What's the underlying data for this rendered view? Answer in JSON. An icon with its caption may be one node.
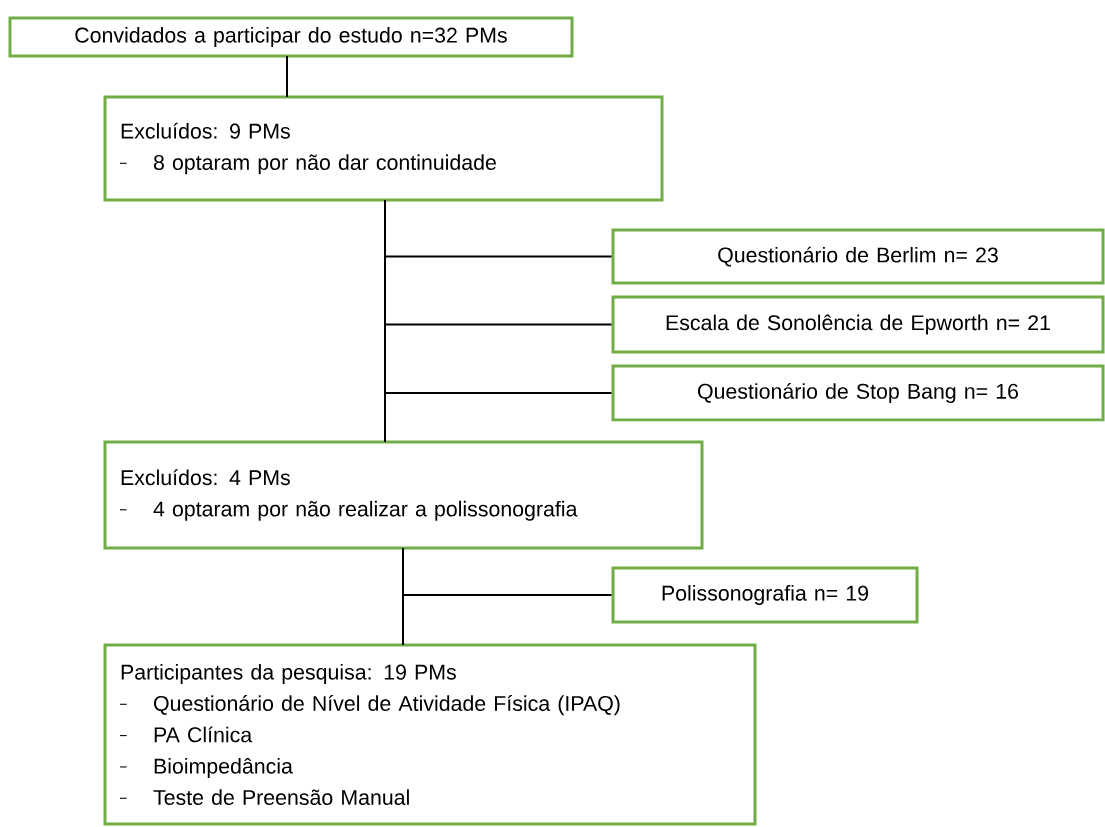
{
  "diagram": {
    "nodes": [
      {
        "text": [
          "Convidados a participar do estudo n=32 PMs"
        ]
      },
      {
        "text": [
          "Excluídos:  9 PMs",
          "8 optaram por não dar continuidade"
        ]
      },
      {
        "text": [
          "Questionário de Berlim n= 23"
        ]
      },
      {
        "text": [
          "Escala de Sonolência de Epworth n= 21"
        ]
      },
      {
        "text": [
          "Questionário de Stop Bang n= 16"
        ]
      },
      {
        "text": [
          "Excluídos:  4 PMs",
          "4 optaram por não realizar a polissonografia"
        ]
      },
      {
        "text": [
          "Polissonografia n= 19"
        ]
      },
      {
        "text": [
          "Participantes da pesquisa: 19 PMs",
          "Questionário de Nível de Atividade Física (IPAQ)",
          "PA Clínica",
          "Bioimpedância",
          "Teste de Preensão Manual"
        ]
      }
    ],
    "edges": [
      {
        "from": 0,
        "to": 1,
        "arrow": "none"
      },
      {
        "from": 1,
        "to": 2,
        "arrow": "none"
      },
      {
        "from": 1,
        "to": 3,
        "arrow": "none"
      },
      {
        "from": 1,
        "to": 4,
        "arrow": "none"
      },
      {
        "from": 1,
        "to": 5,
        "arrow": "none"
      },
      {
        "from": 5,
        "to": 6,
        "arrow": "none"
      },
      {
        "from": 5,
        "to": 7,
        "arrow": "none"
      }
    ]
  }
}
